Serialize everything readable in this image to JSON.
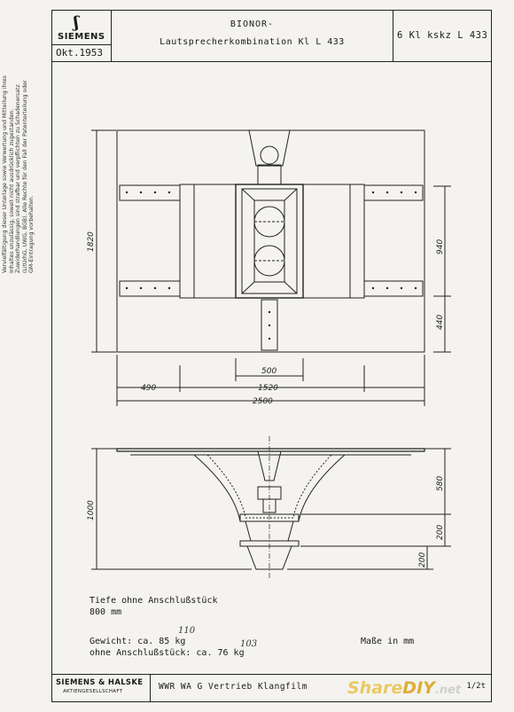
{
  "header": {
    "logo_text": "SIEMENS",
    "logo_icon": "siemens-s-emblem",
    "date": "Okt.1953",
    "title_line1": "BIONOR-",
    "title_line2": "Lautsprecherkombination Kl L 433",
    "code": "6 Kl kskz L 433"
  },
  "side_notice": "Vervielfältigung dieser Unterlage sowie Verwertung und Mitteilung ihres Inhaltes unzulässig, soweit nicht ausdrücklich zugestanden. Zuwiderhandlungen sind strafbar und verpflichten zu Schadenersatz (LitUrhG, UWG, BGB). Alle Rechte für den Fall der Patenterteilung oder GM-Eintragung vorbehalten.",
  "dimensions": {
    "top_height": "1820",
    "top_right_upper": "940",
    "top_right_lower": "440",
    "top_center_width": "500",
    "left_overhang": "490",
    "main_width": "1520",
    "total_width": "2500",
    "side_height": "1000",
    "side_right_top": "580",
    "side_right_mid": "200",
    "side_right_low": "200"
  },
  "notes": {
    "depth_label": "Tiefe ohne Anschlußstück",
    "depth_value": "800 mm",
    "weight_label": "Gewicht: ca. 85 kg",
    "weight_hand": "110",
    "weight2_label": "ohne Anschlußstück: ca. 76 kg",
    "weight2_hand": "103",
    "units": "Maße in mm"
  },
  "footer": {
    "company": "SIEMENS & HALSKE",
    "company_sub": "AKTIENGESELLSCHAFT",
    "text": "WWR  WA G   Vertrieb Klangfilm",
    "sheet": "1/2t"
  },
  "watermark": {
    "part1": "Share",
    "part2": "DIY",
    "part3": ".net"
  }
}
